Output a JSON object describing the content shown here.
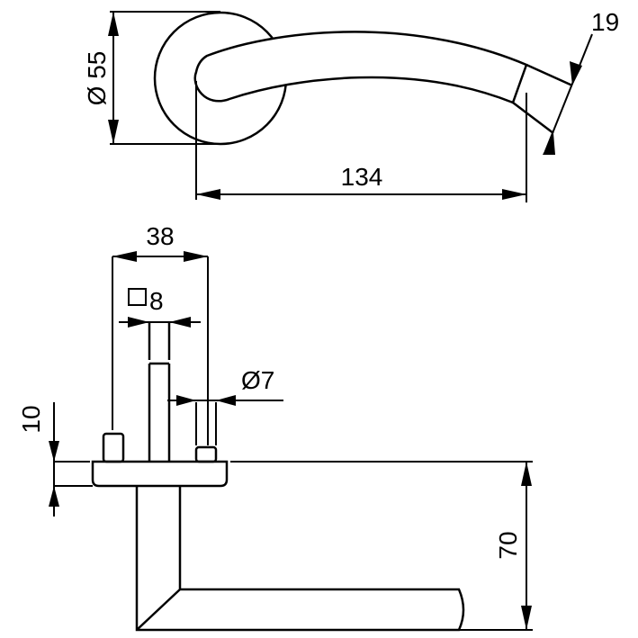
{
  "drawing": {
    "dimensions": {
      "rose_diameter": "Ø 55",
      "lever_length": "134",
      "lever_end_width": "19",
      "rose_spacing": "38",
      "square_spindle": "8",
      "pin_diameter": "Ø7",
      "rose_height": "10",
      "lever_height": "70"
    },
    "line_color": "#000000",
    "background": "#ffffff"
  }
}
